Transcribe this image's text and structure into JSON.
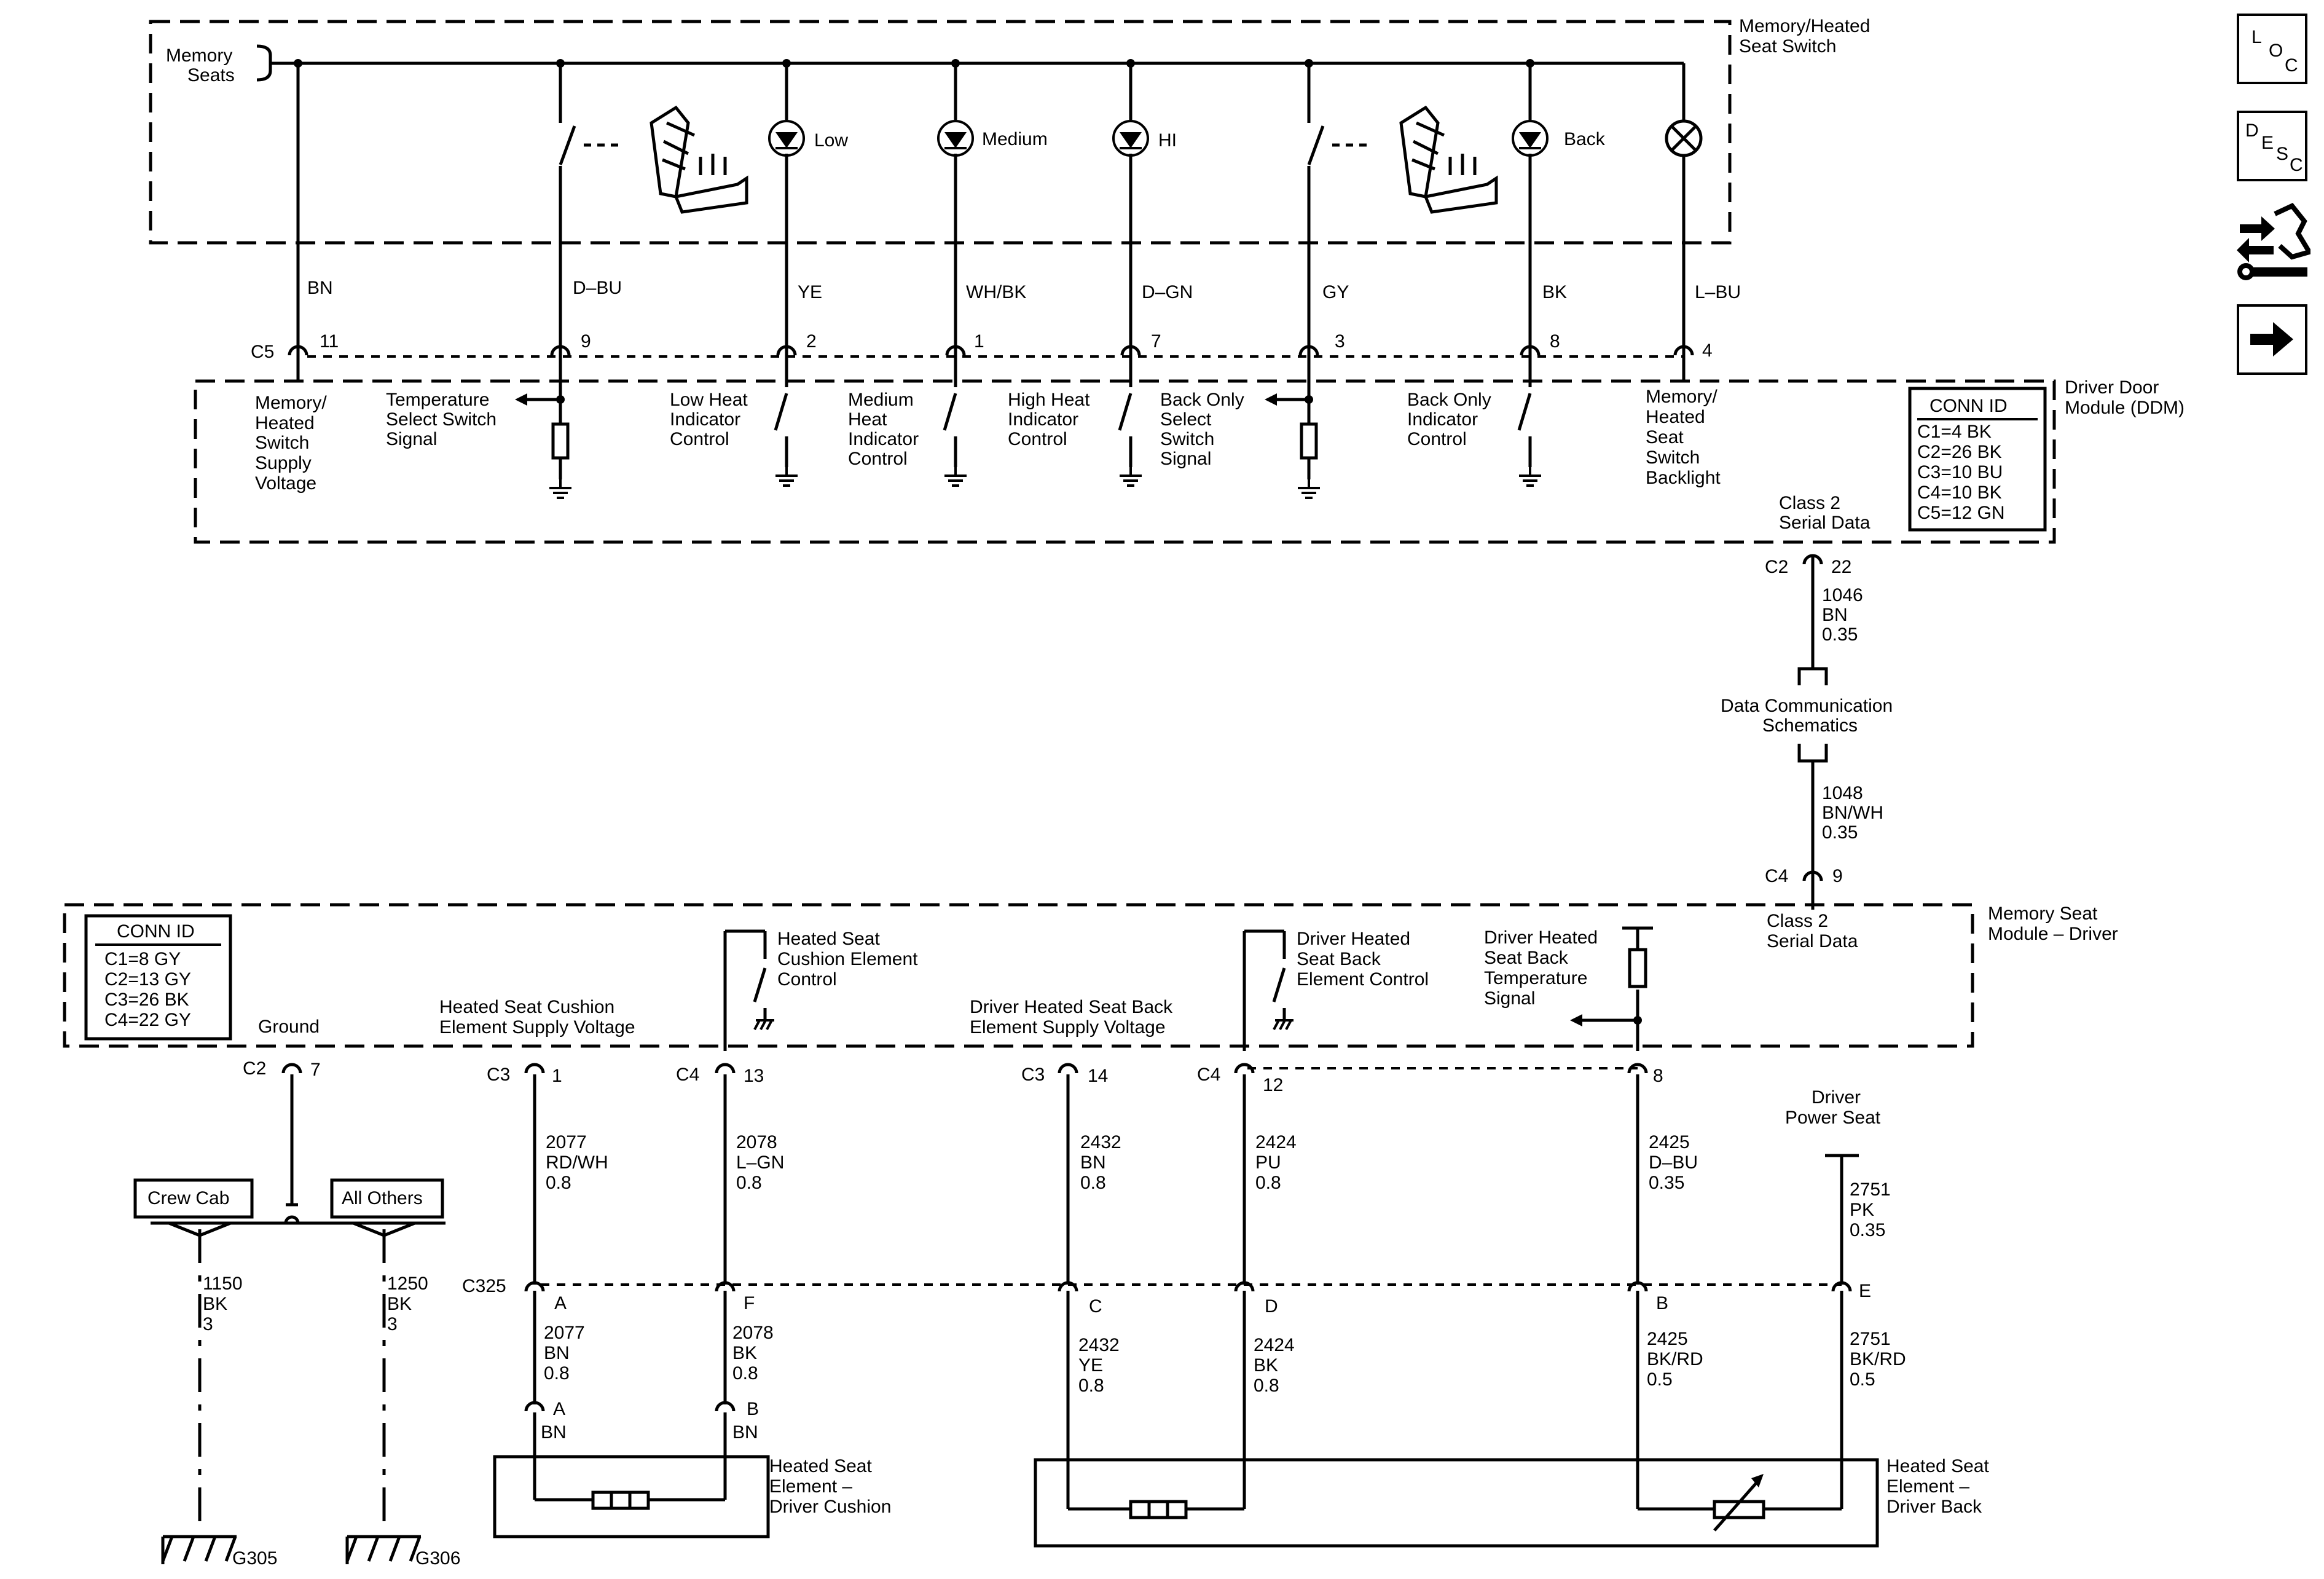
{
  "boxes": {
    "switch_title_1": "Memory/Heated",
    "switch_title_2": "Seat Switch",
    "ddm_title_1": "Driver Door",
    "ddm_title_2": "Module (DDM)",
    "msm_title_1": "Memory Seat",
    "msm_title_2": "Module – Driver"
  },
  "memory_seats_1": "Memory",
  "memory_seats_2": "Seats",
  "switch_labels": [
    "Low",
    "Medium",
    "HI",
    "Back"
  ],
  "wires_top": [
    {
      "color": "BN",
      "pin": "11"
    },
    {
      "color": "D–BU",
      "pin": "9"
    },
    {
      "color": "YE",
      "pin": "2"
    },
    {
      "color": "WH/BK",
      "pin": "1"
    },
    {
      "color": "D–GN",
      "pin": "7"
    },
    {
      "color": "GY",
      "pin": "3"
    },
    {
      "color": "BK",
      "pin": "8"
    },
    {
      "color": "L–BU",
      "pin": "4"
    }
  ],
  "c5_label": "C5",
  "ddm_circuits": {
    "supply": [
      "Memory/",
      "Heated",
      "Switch",
      "Supply",
      "Voltage"
    ],
    "temp_select": [
      "Temperature",
      "Select Switch",
      "Signal"
    ],
    "low": [
      "Low Heat",
      "Indicator",
      "Control"
    ],
    "medium": [
      "Medium",
      "Heat",
      "Indicator",
      "Control"
    ],
    "high": [
      "High Heat",
      "Indicator",
      "Control"
    ],
    "back_select": [
      "Back Only",
      "Select",
      "Switch",
      "Signal"
    ],
    "back_ind": [
      "Back Only",
      "Indicator",
      "Control"
    ],
    "backlight": [
      "Memory/",
      "Heated",
      "Seat",
      "Switch",
      "Backlight"
    ]
  },
  "ddm_conn": {
    "title": "CONN ID",
    "items": [
      "C1=4 BK",
      "C2=26 BK",
      "C3=10 BU",
      "C4=10 BK",
      "C5=12 GN"
    ]
  },
  "class2_top": [
    "Class 2",
    "Serial Data"
  ],
  "c2_22": {
    "conn": "C2",
    "pin": "22"
  },
  "w1046": [
    "1046",
    "BN",
    "0.35"
  ],
  "data_comm": [
    "Data Communication",
    "Schematics"
  ],
  "w1048": [
    "1048",
    "BN/WH",
    "0.35"
  ],
  "c4_9": {
    "conn": "C4",
    "pin": "9"
  },
  "class2_bot": [
    "Class 2",
    "Serial Data"
  ],
  "msm_conn": {
    "title": "CONN ID",
    "items": [
      "C1=8 GY",
      "C2=13 GY",
      "C3=26 BK",
      "C4=22 GY"
    ]
  },
  "msm_circuits": {
    "ground": "Ground",
    "cushion_supply": [
      "Heated Seat Cushion",
      "Element Supply Voltage"
    ],
    "cushion_control": [
      "Heated Seat",
      "Cushion Element",
      "Control"
    ],
    "back_supply": [
      "Driver Heated Seat Back",
      "Element Supply Voltage"
    ],
    "back_control": [
      "Driver Heated",
      "Seat Back",
      "Element Control"
    ],
    "temp_signal": [
      "Driver Heated",
      "Seat Back",
      "Temperature",
      "Signal"
    ]
  },
  "msm_pins": [
    {
      "conn": "C2",
      "pin": "7"
    },
    {
      "conn": "C3",
      "pin": "1"
    },
    {
      "conn": "C4",
      "pin": "13"
    },
    {
      "conn": "C3",
      "pin": "14"
    },
    {
      "conn": "C4",
      "pin": "12"
    },
    {
      "pin": "8"
    }
  ],
  "driver_power_seat": [
    "Driver",
    "Power Seat"
  ],
  "wires_mid": [
    [
      "2077",
      "RD/WH",
      "0.8"
    ],
    [
      "2078",
      "L–GN",
      "0.8"
    ],
    [
      "2432",
      "BN",
      "0.8"
    ],
    [
      "2424",
      "PU",
      "0.8"
    ],
    [
      "2425",
      "D–BU",
      "0.35"
    ],
    [
      "2751",
      "PK",
      "0.35"
    ]
  ],
  "c325": {
    "label": "C325",
    "pins": [
      "A",
      "F",
      "C",
      "D",
      "B",
      "E"
    ]
  },
  "wires_low": [
    [
      "2077",
      "BN",
      "0.8"
    ],
    [
      "2078",
      "BK",
      "0.8"
    ],
    [
      "2432",
      "YE",
      "0.8"
    ],
    [
      "2424",
      "BK",
      "0.8"
    ],
    [
      "2425",
      "BK/RD",
      "0.5"
    ],
    [
      "2751",
      "BK/RD",
      "0.5"
    ]
  ],
  "cushion_pins": [
    {
      "pin": "A",
      "color": "BN"
    },
    {
      "pin": "B",
      "color": "BN"
    }
  ],
  "cushion_element": [
    "Heated Seat",
    "Element –",
    "Driver Cushion"
  ],
  "back_element": [
    "Heated Seat",
    "Element –",
    "Driver Back"
  ],
  "options": {
    "crew": "Crew Cab",
    "others": "All Others"
  },
  "ground_wires": [
    [
      "1150",
      "BK",
      "3"
    ],
    [
      "1250",
      "BK",
      "3"
    ]
  ],
  "grounds": [
    "G305",
    "G306"
  ],
  "nav": {
    "loc": [
      "L",
      "O",
      "C"
    ],
    "desc": [
      "D",
      "E",
      "S",
      "C"
    ]
  }
}
